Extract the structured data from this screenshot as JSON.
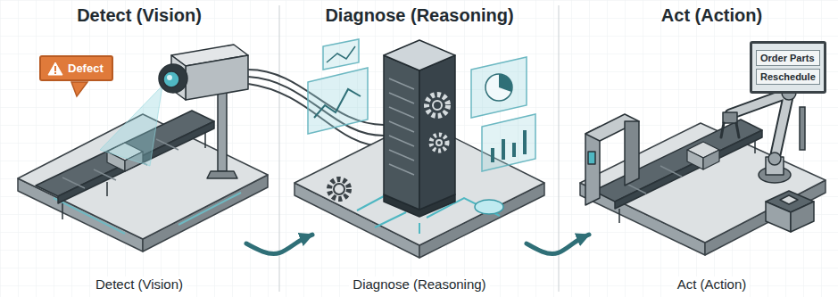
{
  "diagram": {
    "nodes": [
      {
        "text": [
          "Detect (Vision)",
          "Detect (Vision)"
        ]
      },
      {
        "text": [
          "Diagnose (Reasoning)",
          "Diagnose (Reasoning)"
        ]
      },
      {
        "text": [
          "Act (Action)",
          "Act (Action)"
        ]
      },
      {
        "text": [
          "Defect"
        ],
        "in": 0
      },
      {
        "text": [
          "Order Parts",
          "Reschedule"
        ],
        "in": 2
      }
    ],
    "edges": [
      {
        "from": 0,
        "to": 1,
        "arrow": "to"
      },
      {
        "from": 1,
        "to": 2,
        "arrow": "to"
      }
    ]
  }
}
